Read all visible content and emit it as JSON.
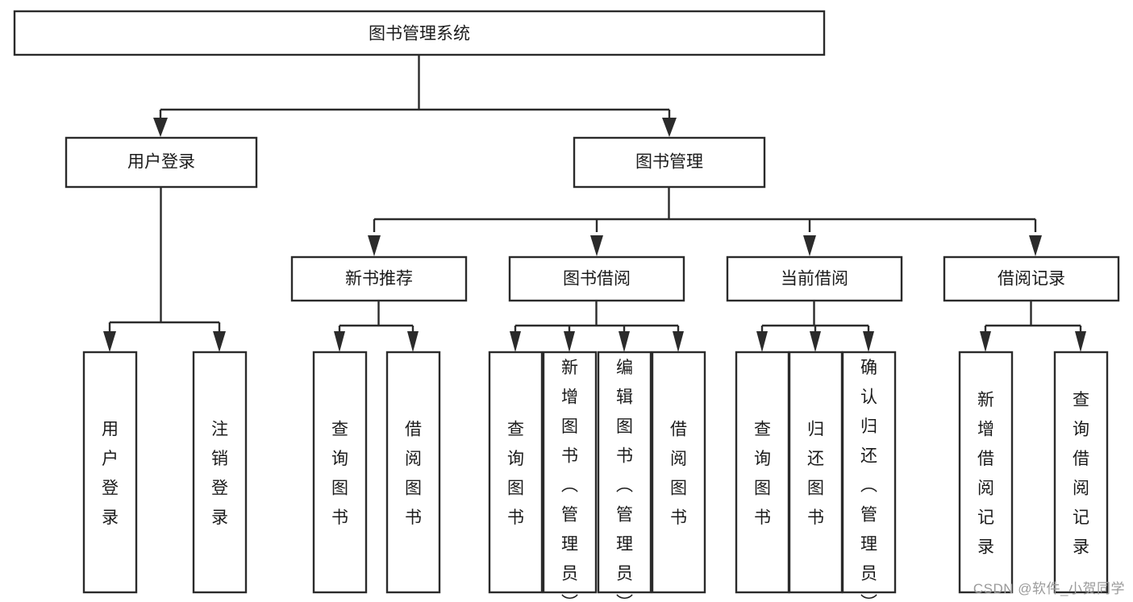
{
  "diagram": {
    "type": "tree-hierarchy",
    "title": "图书管理系统",
    "watermark": "CSDN @软件_小贺同学",
    "colors": {
      "stroke": "#2b2b2b",
      "fill": "#ffffff",
      "text": "#1b1b1b",
      "watermark": "#9a9a9a"
    },
    "levels": {
      "root": {
        "label": "图书管理系统"
      },
      "level2": [
        {
          "label": "用户登录"
        },
        {
          "label": "图书管理"
        }
      ],
      "level3": [
        {
          "label": "新书推荐"
        },
        {
          "label": "图书借阅"
        },
        {
          "label": "当前借阅"
        },
        {
          "label": "借阅记录"
        }
      ],
      "leaves": {
        "user_login": [
          {
            "label": "用户登录"
          },
          {
            "label": "注销登录"
          }
        ],
        "new_book_recommend": [
          {
            "label": "查询图书"
          },
          {
            "label": "借阅图书"
          }
        ],
        "book_borrow": [
          {
            "label": "查询图书"
          },
          {
            "label": "新增图书（管理员）"
          },
          {
            "label": "编辑图书（管理员）"
          },
          {
            "label": "借阅图书"
          }
        ],
        "current_borrow": [
          {
            "label": "查询图书"
          },
          {
            "label": "归还图书"
          },
          {
            "label": "确认归还（管理员）"
          }
        ],
        "borrow_record": [
          {
            "label": "新增借阅记录"
          },
          {
            "label": "查询借阅记录"
          }
        ]
      }
    }
  }
}
